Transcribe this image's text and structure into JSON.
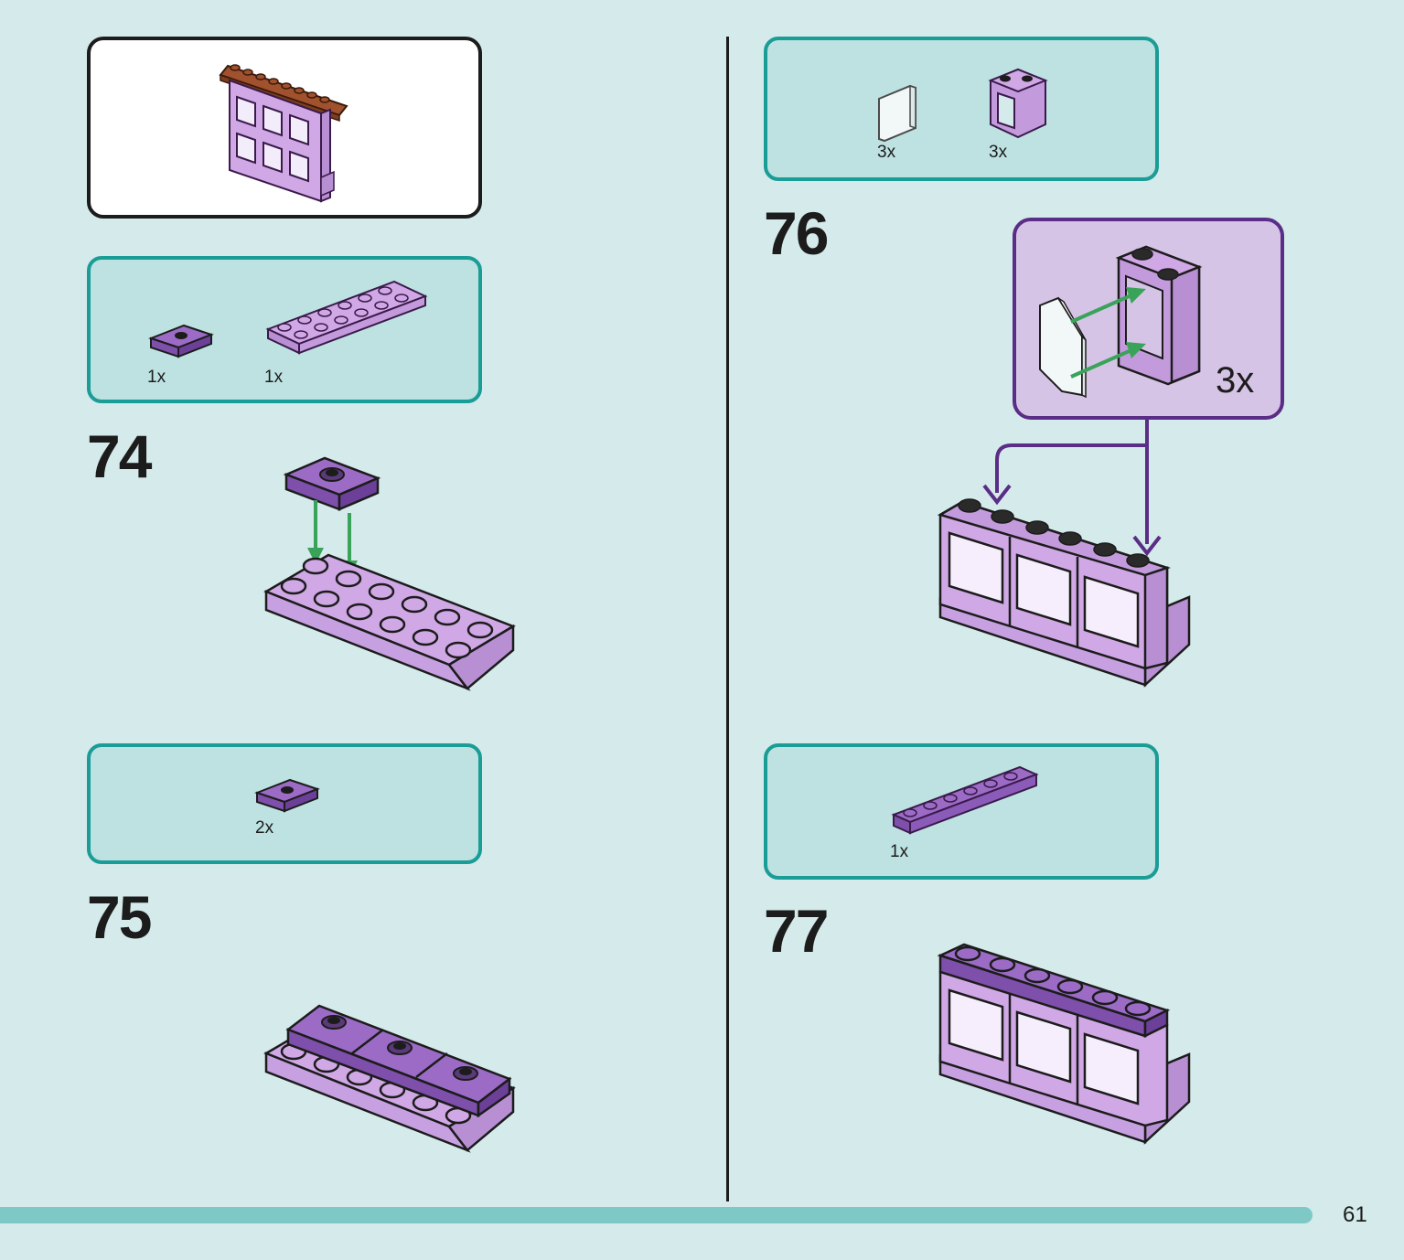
{
  "page_number": "61",
  "colors": {
    "background": "#d5eaea",
    "callout_fill": "#bde2e1",
    "callout_border": "#1a9c97",
    "lavender_brick": "#d0a8e6",
    "dark_purple_brick": "#9b6bc6",
    "reddish_brown_brick": "#a0512d",
    "arrow_green": "#3aa35a",
    "arrow_purple": "#5a2d86",
    "progress_bar": "#7ec9c5"
  },
  "left_column": {
    "preview": {
      "description_icon": "wall-preview-icon"
    },
    "step74": {
      "number": "74",
      "parts": [
        {
          "icon": "plate-1x2-jumper-icon",
          "qty": "1x"
        },
        {
          "icon": "plate-2x6-icon",
          "qty": "1x"
        }
      ]
    },
    "step75": {
      "number": "75",
      "parts": [
        {
          "icon": "plate-1x2-jumper-icon",
          "qty": "2x"
        }
      ]
    }
  },
  "right_column": {
    "step76": {
      "number": "76",
      "parts": [
        {
          "icon": "window-glass-icon",
          "qty": "3x"
        },
        {
          "icon": "window-frame-icon",
          "qty": "3x"
        }
      ],
      "sub_assembly_multiplier": "3x"
    },
    "step77": {
      "number": "77",
      "parts": [
        {
          "icon": "plate-1x6-icon",
          "qty": "1x"
        }
      ]
    }
  }
}
